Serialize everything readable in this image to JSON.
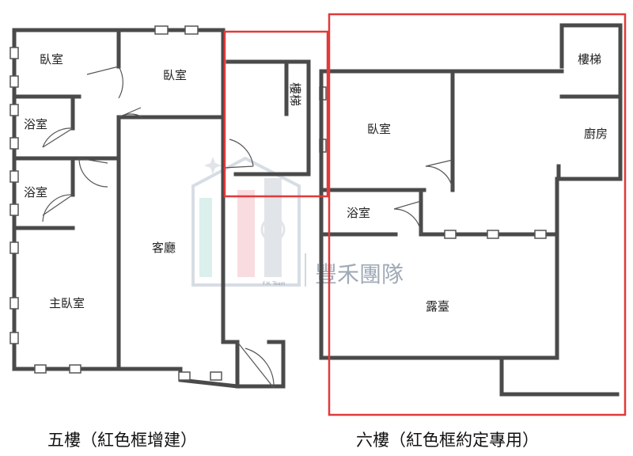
{
  "floor5": {
    "caption": "五樓（紅色框增建）",
    "rooms": {
      "bedroom_a": "臥室",
      "bedroom_b": "臥室",
      "bath_a": "浴室",
      "bath_b": "浴室",
      "master": "主臥室",
      "living": "客廳",
      "stairs": "樓梯"
    }
  },
  "floor6": {
    "caption": "六樓（紅色框約定專用）",
    "rooms": {
      "stairs": "樓梯",
      "bedroom": "臥室",
      "kitchen": "廚房",
      "bath": "浴室",
      "terrace": "露臺"
    }
  },
  "watermark": {
    "name": "豐禾團隊",
    "team": "F.H. Team"
  },
  "colors": {
    "wall": "#4a4a4a",
    "frame": "#e03a3a",
    "watermark": "#7f8ea0"
  }
}
